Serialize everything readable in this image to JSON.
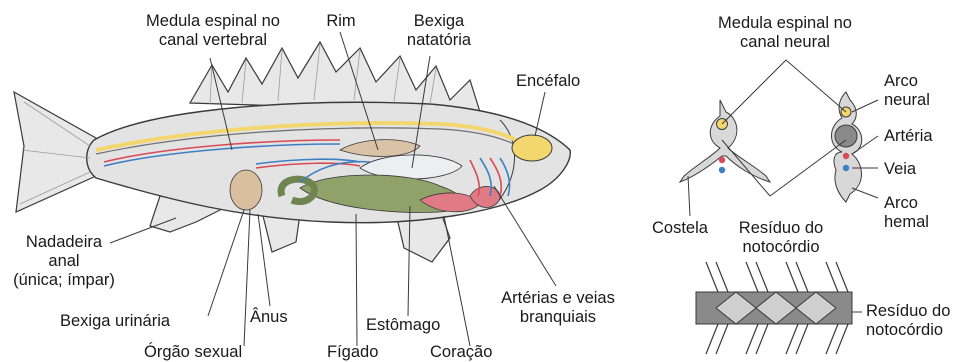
{
  "fish": {
    "labels": {
      "spinal_cord_line1": "Medula espinal no",
      "spinal_cord_line2": "canal vertebral",
      "kidney": "Rim",
      "swim_bladder_line1": "Bexiga",
      "swim_bladder_line2": "natatória",
      "brain": "Encéfalo",
      "anal_fin_line1": "Nadadeira",
      "anal_fin_line2": "anal",
      "anal_fin_line3": "(única; ímpar)",
      "urinary_bladder": "Bexiga urinária",
      "anus": "Ânus",
      "stomach": "Estômago",
      "gills_line1": "Artérias e veias",
      "gills_line2": "branquiais",
      "sex_organ": "Órgão sexual",
      "liver": "Fígado",
      "heart": "Coração"
    }
  },
  "vertebra_cross_section": {
    "labels": {
      "spinal_cord_line1": "Medula espinal no",
      "spinal_cord_line2": "canal neural",
      "neural_arch_line1": "Arco",
      "neural_arch_line2": "neural",
      "artery": "Artéria",
      "vein": "Veia",
      "hemal_arch_line1": "Arco",
      "hemal_arch_line2": "hemal",
      "rib": "Costela",
      "notochord_residue_line1": "Resíduo do",
      "notochord_residue_line2": "notocórdio"
    }
  },
  "vertebral_column": {
    "labels": {
      "notochord_residue_line1": "Resíduo do",
      "notochord_residue_line2": "notocórdio"
    }
  },
  "colors": {
    "body_fill": "#e3e3e3",
    "outline": "#3a3a3a",
    "spinal_cord": "#f3d76e",
    "brain": "#f3d76e",
    "artery": "#d94a57",
    "vein": "#3e7fc4",
    "gut": "#8fa26a",
    "gut_dark": "#6f8450",
    "liver": "#e07b86",
    "sex_organ": "#d9bf9d",
    "bone": "#bdbdbd",
    "centrum": "#8a8a8a"
  }
}
